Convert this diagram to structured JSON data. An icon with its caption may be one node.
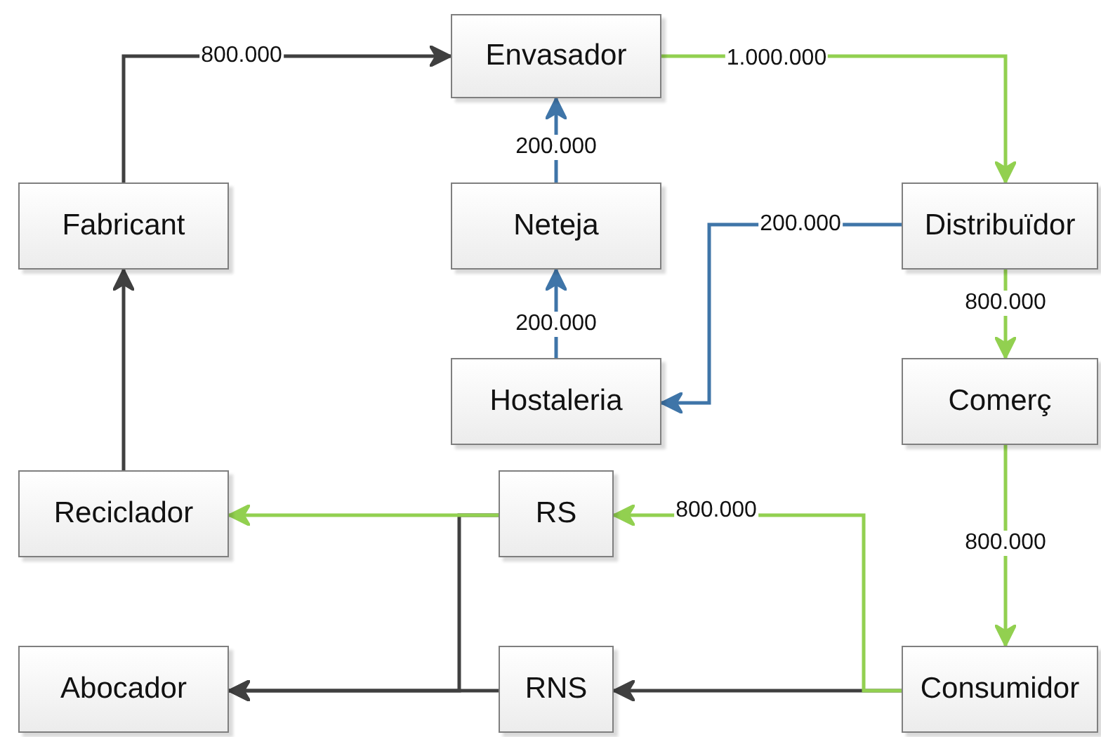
{
  "diagram": {
    "nodes": [
      {
        "text": [
          "Envasador"
        ]
      },
      {
        "text": [
          "Fabricant"
        ]
      },
      {
        "text": [
          "Neteja"
        ]
      },
      {
        "text": [
          "Distribuïdor"
        ]
      },
      {
        "text": [
          "Hostaleria"
        ]
      },
      {
        "text": [
          "Comerç"
        ]
      },
      {
        "text": [
          "Reciclador"
        ]
      },
      {
        "text": [
          "RS"
        ]
      },
      {
        "text": [
          "Abocador"
        ]
      },
      {
        "text": [
          "RNS"
        ]
      },
      {
        "text": [
          "Consumidor"
        ]
      }
    ],
    "edges": [
      {
        "from": 1,
        "to": 0,
        "arrow": "to",
        "label": "800.000"
      },
      {
        "from": 0,
        "to": 3,
        "arrow": "to",
        "label": "1.000.000",
        "color": "#92d050"
      },
      {
        "from": 2,
        "to": 0,
        "arrow": "to",
        "label": "200.000",
        "color": "#3f75a8"
      },
      {
        "from": 4,
        "to": 2,
        "arrow": "to",
        "label": "200.000",
        "color": "#3f75a8"
      },
      {
        "from": 3,
        "to": 4,
        "arrow": "to",
        "label": "200.000",
        "color": "#3f75a8"
      },
      {
        "from": 3,
        "to": 5,
        "arrow": "to",
        "label": "800.000",
        "color": "#92d050"
      },
      {
        "from": 5,
        "to": 10,
        "arrow": "to",
        "label": "800.000",
        "color": "#92d050"
      },
      {
        "from": 10,
        "to": 7,
        "arrow": "to",
        "label": "800.000",
        "color": "#92d050"
      },
      {
        "from": 10,
        "to": 9,
        "arrow": "to"
      },
      {
        "from": 6,
        "to": 1,
        "arrow": "to"
      },
      {
        "from": 7,
        "to": 8,
        "arrow": "to"
      },
      {
        "from": 9,
        "to": 8,
        "arrow": "to"
      },
      {
        "from": 7,
        "to": 6,
        "arrow": "to",
        "color": "#92d050"
      }
    ]
  }
}
